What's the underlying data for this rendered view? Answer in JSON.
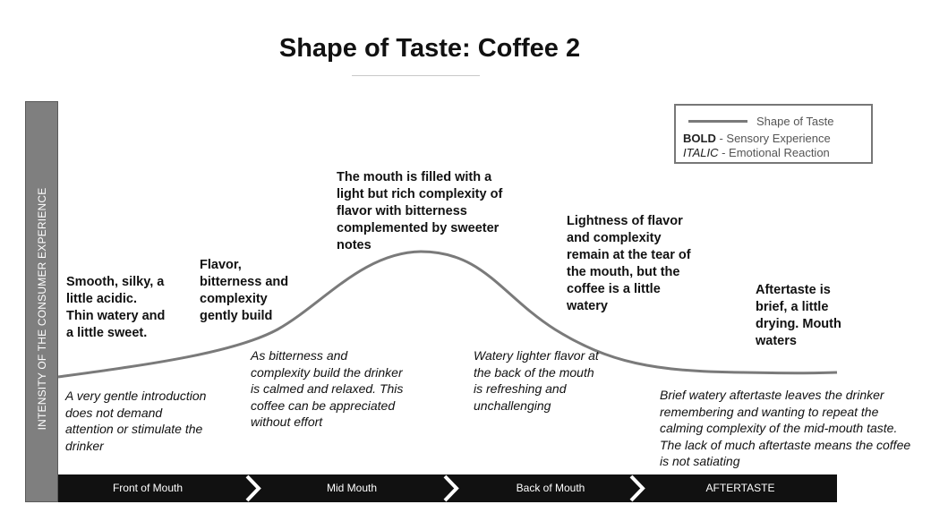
{
  "title": "Shape of Taste: Coffee 2",
  "y_axis_label": "INTENSITY OF THE CONSUMER EXPERIENCE",
  "legend": {
    "line_label": "Shape of Taste",
    "bold_key": "BOLD",
    "bold_desc": " - Sensory Experience",
    "italic_key": "ITALIC",
    "italic_desc": " - Emotional Reaction"
  },
  "stages": [
    "Front of Mouth",
    "Mid Mouth",
    "Back of Mouth",
    "AFTERTASTE"
  ],
  "sensory_notes": [
    "Smooth, silky, a little acidic. Thin watery and a little sweet.",
    "Flavor, bitterness and complexity gently build",
    "The mouth is filled with a light but rich complexity of flavor with bitterness complemented by sweeter notes",
    "Lightness of flavor and complexity remain at the tear of the mouth, but the coffee is a little watery",
    "Aftertaste is brief, a little drying. Mouth waters"
  ],
  "emotional_notes": [
    "A very gentle introduction does not demand attention or stimulate the drinker",
    "As bitterness and complexity build the drinker is calmed and relaxed. This coffee can be appreciated without effort",
    "Watery lighter flavor at the back of the mouth is refreshing and unchallenging",
    "Brief watery aftertaste leaves the drinker remembering and wanting to repeat the calming complexity of the mid-mouth taste. The lack of much aftertaste means the coffee is not satiating"
  ],
  "colors": {
    "curve": "#7a7a7a",
    "axis_bar": "#7f7f7f",
    "stage_bar": "#111111"
  }
}
